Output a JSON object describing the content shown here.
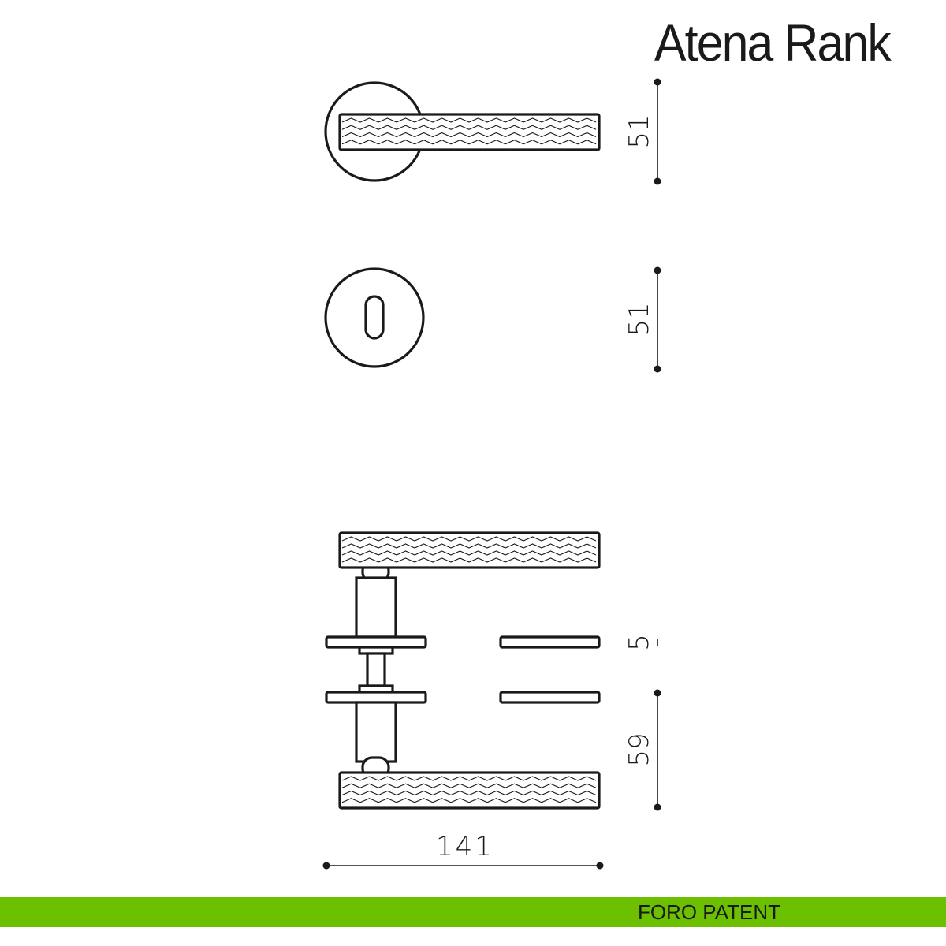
{
  "title": "Atena Rank",
  "footer": {
    "label": "FORO PATENT",
    "color": "#6cc000"
  },
  "dimensions": {
    "handle_rose_diameter": "51",
    "key_rose_diameter": "51",
    "rose_thickness": "5",
    "lever_height": "59",
    "lever_length": "141"
  }
}
